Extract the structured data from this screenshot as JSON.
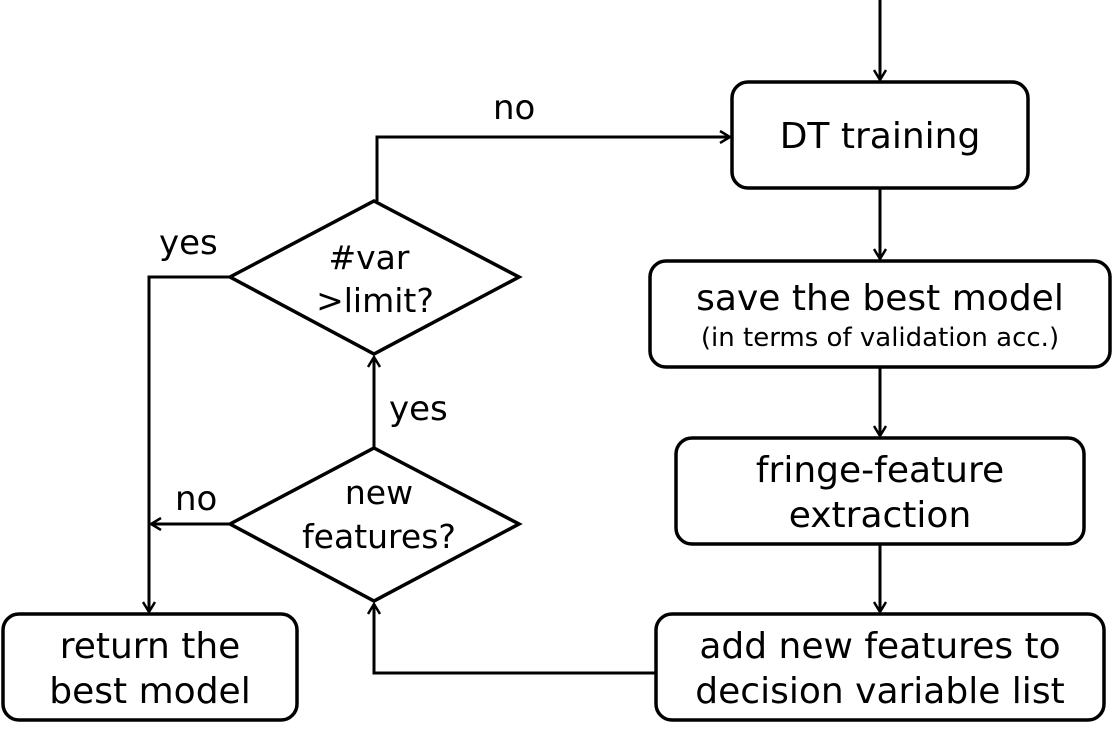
{
  "nodes": {
    "dt_training": {
      "label": "DT training"
    },
    "save_best": {
      "line1": "save the best model",
      "line2": "(in terms of validation acc.)"
    },
    "fringe": {
      "line1": "fringe-feature",
      "line2": "extraction"
    },
    "add_features": {
      "line1": "add new features to",
      "line2": "decision variable list"
    },
    "new_features": {
      "line1": "new",
      "line2": "features?"
    },
    "var_limit": {
      "line1": "#var",
      "line2": ">limit?"
    },
    "return_best": {
      "line1": "return the",
      "line2": "best model"
    }
  },
  "edges": {
    "var_limit_no": "no",
    "var_limit_yes": "yes",
    "new_features_yes": "yes",
    "new_features_no": "no"
  },
  "colors": {
    "stroke": "#000000",
    "fill": "#ffffff"
  }
}
